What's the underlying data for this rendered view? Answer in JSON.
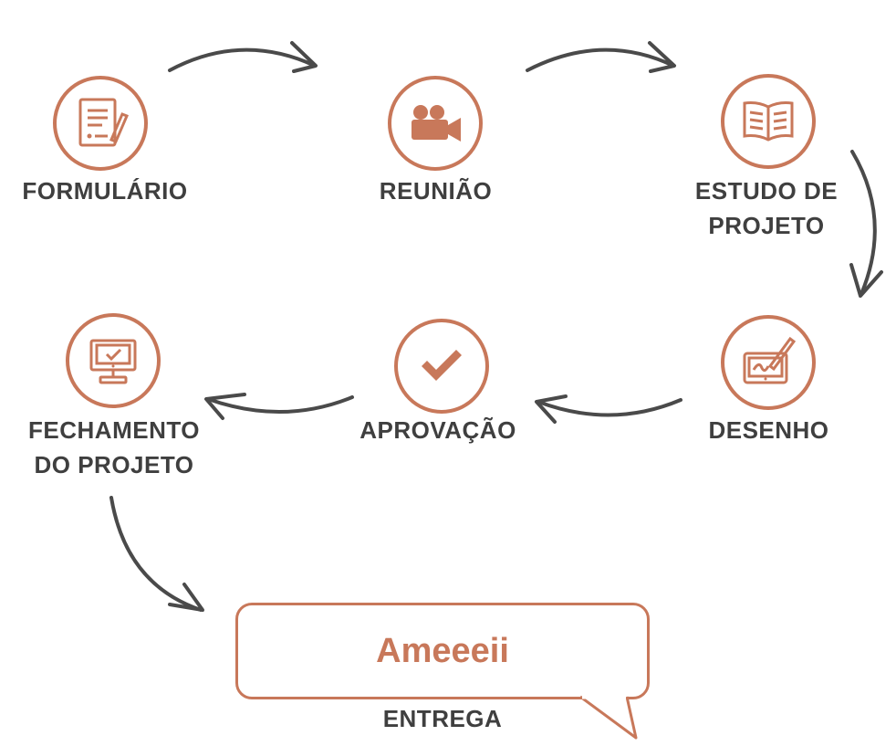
{
  "steps": [
    {
      "label": "FORMULÁRIO",
      "icon": "form-icon"
    },
    {
      "label": "REUNIÃO",
      "icon": "video-camera-icon"
    },
    {
      "label_line1": "ESTUDO DE",
      "label_line2": "PROJETO",
      "icon": "open-book-icon"
    },
    {
      "label": "DESENHO",
      "icon": "drawing-tablet-icon"
    },
    {
      "label": "APROVAÇÃO",
      "icon": "checkmark-icon"
    },
    {
      "label_line1": "FECHAMENTO",
      "label_line2": "DO PROJETO",
      "icon": "monitor-check-icon"
    }
  ],
  "delivery": {
    "bubble_text": "Ameeeii",
    "label": "ENTREGA"
  },
  "colors": {
    "accent": "#c8785a",
    "text": "#3f3f3f",
    "arrow": "#4a4a4a"
  }
}
